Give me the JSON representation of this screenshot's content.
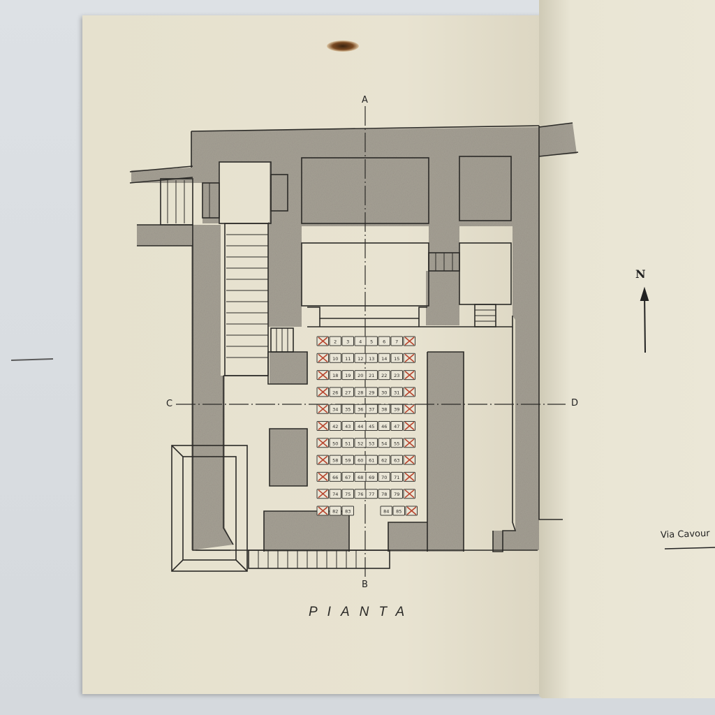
{
  "drawing": {
    "title": "PIANTA",
    "north_label": "N",
    "street_label": "Via Cavour",
    "section_axes": {
      "vertical": {
        "start": "A",
        "end": "B"
      },
      "horizontal": {
        "start": "C",
        "end": "D"
      }
    },
    "colors": {
      "paper": "#e8e3d1",
      "ink": "#2b2a27",
      "wall_shading": "#8f8b82",
      "removed_seat_mark": "#b8442c"
    }
  },
  "seating": {
    "rows": [
      {
        "left": [
          "X",
          "2",
          "3",
          "4"
        ],
        "right": [
          "5",
          "6",
          "7",
          "X"
        ]
      },
      {
        "left": [
          "X",
          "10",
          "11",
          "12"
        ],
        "right": [
          "13",
          "14",
          "15",
          "X"
        ]
      },
      {
        "left": [
          "X",
          "18",
          "19",
          "20"
        ],
        "right": [
          "21",
          "22",
          "23",
          "X"
        ]
      },
      {
        "left": [
          "X",
          "26",
          "27",
          "28"
        ],
        "right": [
          "29",
          "30",
          "31",
          "X"
        ]
      },
      {
        "left": [
          "X",
          "34",
          "35",
          "36"
        ],
        "right": [
          "37",
          "38",
          "39",
          "X"
        ]
      },
      {
        "left": [
          "X",
          "42",
          "43",
          "44"
        ],
        "right": [
          "45",
          "46",
          "47",
          "X"
        ]
      },
      {
        "left": [
          "X",
          "50",
          "51",
          "52"
        ],
        "right": [
          "53",
          "54",
          "55",
          "X"
        ]
      },
      {
        "left": [
          "X",
          "58",
          "59",
          "60"
        ],
        "right": [
          "61",
          "62",
          "63",
          "X"
        ]
      },
      {
        "left": [
          "X",
          "66",
          "67",
          "68"
        ],
        "right": [
          "69",
          "70",
          "71",
          "X"
        ]
      },
      {
        "left": [
          "X",
          "74",
          "75",
          "76"
        ],
        "right": [
          "77",
          "78",
          "79",
          "X"
        ]
      },
      {
        "left": [
          "X",
          "82",
          "83"
        ],
        "right": [
          "84",
          "85",
          "X"
        ]
      }
    ]
  }
}
